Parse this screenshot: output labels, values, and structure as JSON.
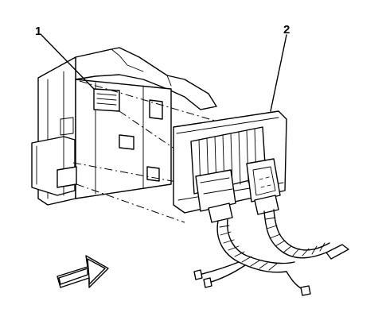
{
  "callouts": [
    {
      "id": "1",
      "label": "1"
    },
    {
      "id": "2",
      "label": "2"
    }
  ],
  "colors": {
    "line": "#000000",
    "background": "#ffffff"
  },
  "icons": {
    "direction_arrow": "arrow-right-3d-icon"
  }
}
